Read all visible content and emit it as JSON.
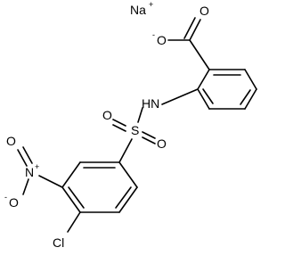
{
  "structure": {
    "atoms": {
      "na": "Na",
      "na_charge": "+",
      "o_carbonyl": "O",
      "o_carboxylate": "O",
      "o_carboxylate_charge": "-",
      "nh": "HN",
      "s": "S",
      "o_s_left": "O",
      "o_s_right": "O",
      "o_nitro_top": "O",
      "n_nitro": "N",
      "n_nitro_charge": "+",
      "o_nitro_bottom": "O",
      "o_nitro_bottom_charge": "-",
      "cl": "Cl"
    }
  }
}
